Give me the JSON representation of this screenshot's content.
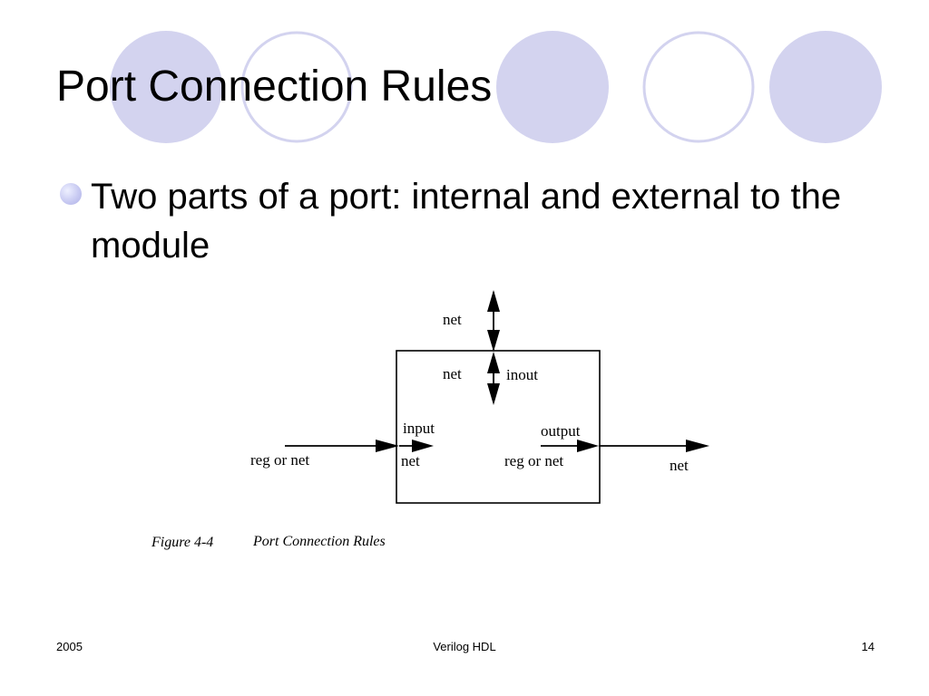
{
  "slide": {
    "title": "Port Connection Rules",
    "bullet": "Two parts of a port: internal and external to the module"
  },
  "figure": {
    "labels": {
      "top_outside": "net",
      "top_inside": "net",
      "inout": "inout",
      "input": "input",
      "left_outside": "reg or net",
      "left_inside": "net",
      "output": "output",
      "right_inside": "reg or net",
      "right_outside": "net"
    },
    "caption_number": "Figure 4-4",
    "caption_title": "Port Connection Rules"
  },
  "footer": {
    "year": "2005",
    "center": "Verilog HDL",
    "page": "14"
  },
  "colors": {
    "circle_fill": "#d3d3ef",
    "circle_outline": "#d3d3ef",
    "bullet": "#c8caf2"
  }
}
